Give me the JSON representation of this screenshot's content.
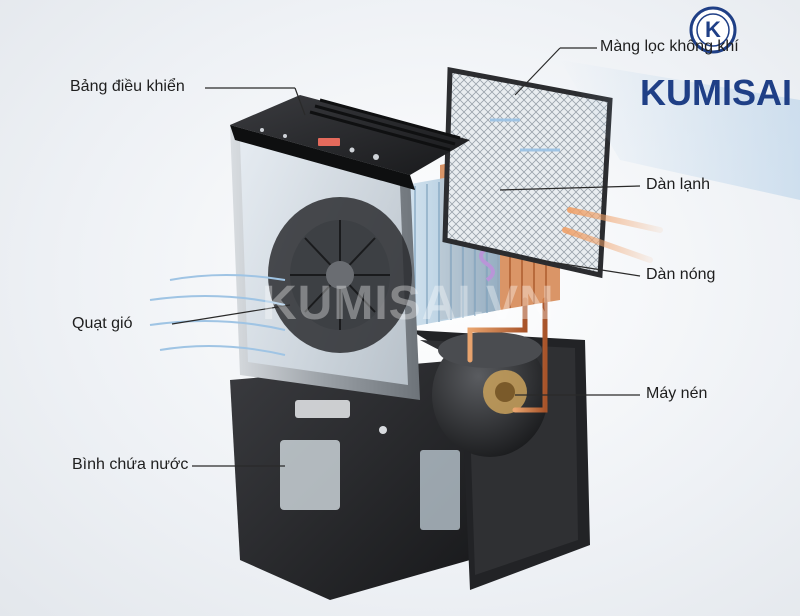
{
  "labels": {
    "control_panel": "Bảng điều khiển",
    "air_filter": "Màng lọc không khí",
    "evaporator": "Dàn lạnh",
    "condenser": "Dàn nóng",
    "fan": "Quạt gió",
    "compressor": "Máy nén",
    "water_tank": "Bình chứa nước"
  },
  "brand": {
    "name": "KUMISAI",
    "logo_letter": "K",
    "watermark": "KUMISAI.VN",
    "color": "#1f3f86"
  },
  "colors": {
    "body": "#2a2b2e",
    "silver": "#b9bec4",
    "copper": "#c8703a",
    "airflow": "#9fc4e4"
  }
}
